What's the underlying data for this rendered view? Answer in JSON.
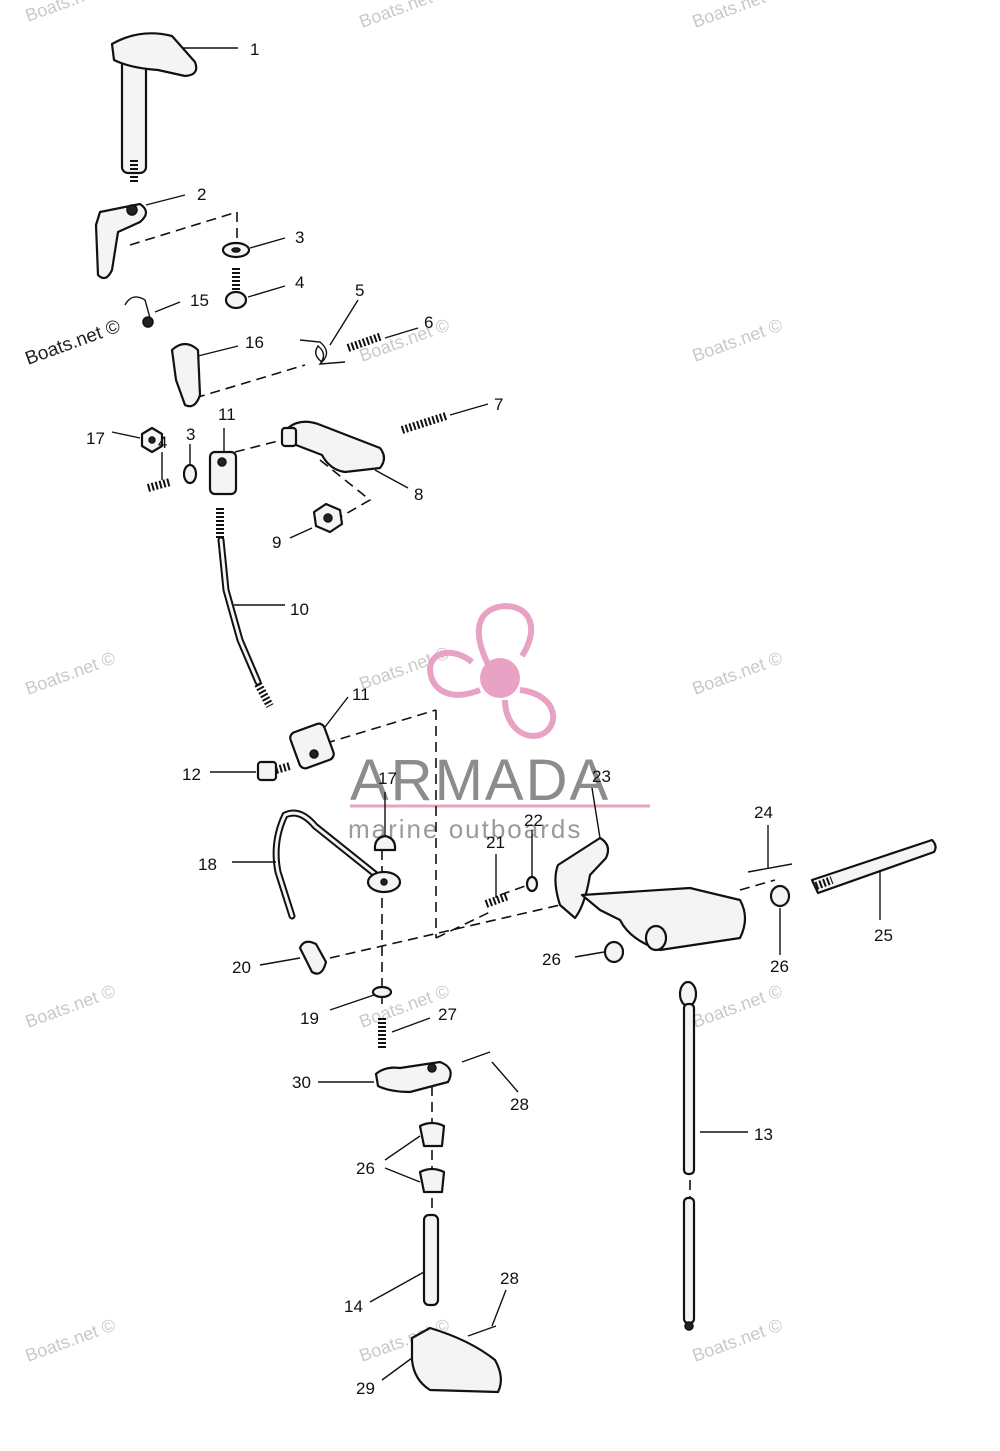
{
  "watermark": {
    "text": "Boats.net ©",
    "brand_name": "ARMADA",
    "brand_tagline": "marine outboards",
    "brand_color_pink": "#e8a2c4",
    "brand_color_gray": "#8c8c8c"
  },
  "callouts": {
    "c1": "1",
    "c2": "2",
    "c3a": "3",
    "c4a": "4",
    "c15": "15",
    "c5": "5",
    "c6": "6",
    "c16": "16",
    "c17a": "17",
    "c11a": "11",
    "c4b": "4",
    "c3b": "3",
    "c7": "7",
    "c8": "8",
    "c9": "9",
    "c10": "10",
    "c11b": "11",
    "c12": "12",
    "c17b": "17",
    "c23": "23",
    "c22": "22",
    "c21": "21",
    "c24": "24",
    "c18": "18",
    "c25": "25",
    "c26a": "26",
    "c26b": "26",
    "c20": "20",
    "c19": "19",
    "c27": "27",
    "c30": "30",
    "c28a": "28",
    "c13": "13",
    "c26c": "26",
    "c14": "14",
    "c28b": "28",
    "c29": "29"
  }
}
